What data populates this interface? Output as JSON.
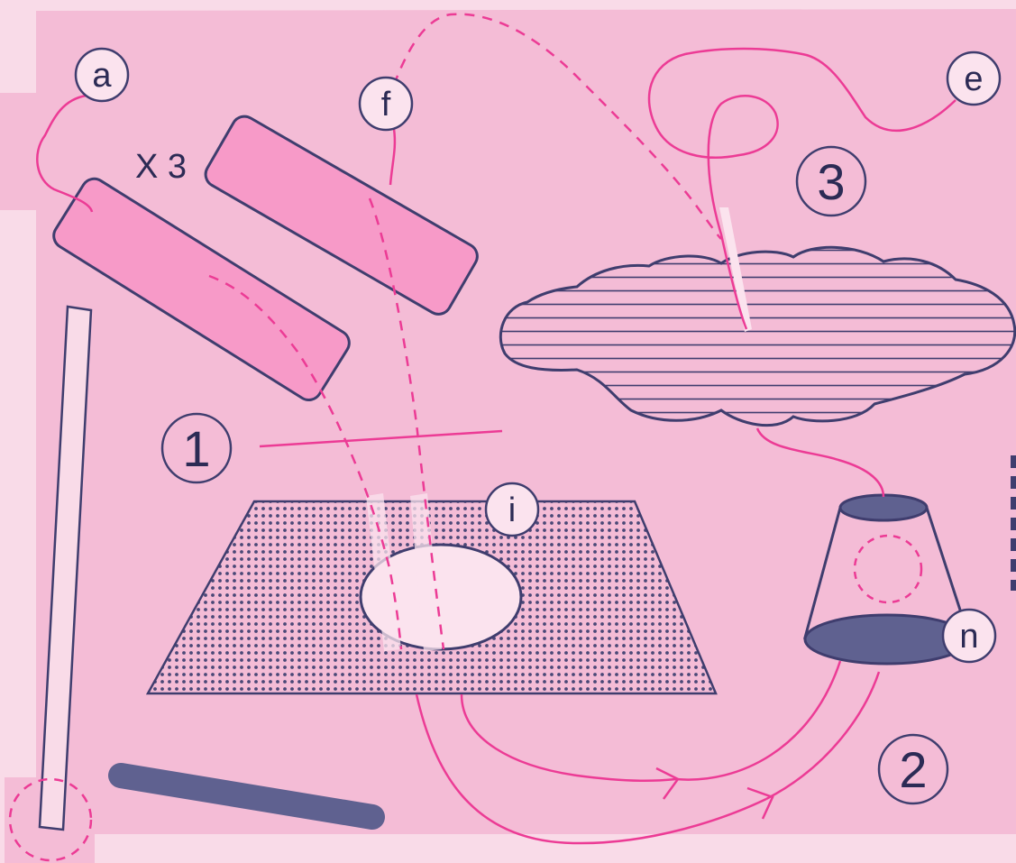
{
  "colors": {
    "page": "#f9dbe8",
    "panel": "#f4bcd6",
    "ink": "#3f3d6e",
    "ink_fill": "#5f6190",
    "magenta": "#ec3b95",
    "tile": "#f79ac8",
    "light": "#fbe3ee"
  },
  "multiplier": "X 3",
  "callouts": {
    "a": "a",
    "f": "f",
    "e": "e",
    "i": "i",
    "n": "n"
  },
  "steps": {
    "one": "1",
    "two": "2",
    "three": "3"
  }
}
